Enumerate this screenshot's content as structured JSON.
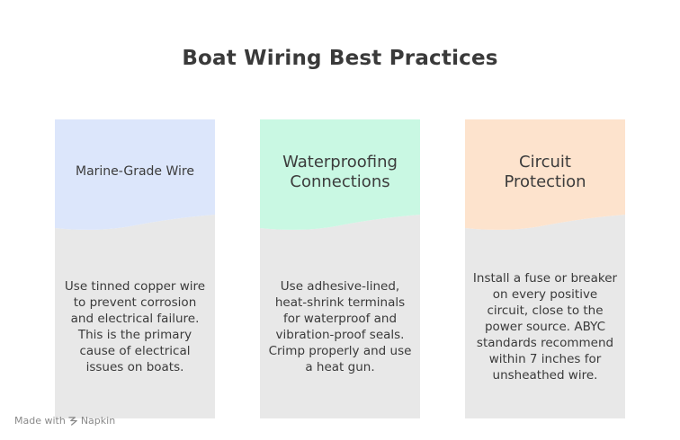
{
  "title": "Boat Wiring Best Practices",
  "cards": [
    {
      "heading": "Marine-Grade Wire",
      "body": "Use tinned copper wire to prevent corrosion and electrical failure. This is the primary cause of electrical issues on boats.",
      "head_color": "#dce6fb"
    },
    {
      "heading_line1": "Waterproofing",
      "heading_line2": "Connections",
      "body": "Use adhesive-lined, heat-shrink terminals for waterproof and vibration-proof seals. Crimp properly and use a heat gun.",
      "head_color": "#c9f8e3"
    },
    {
      "heading_line1": "Circuit",
      "heading_line2": "Protection",
      "body": "Install a fuse or breaker on every positive circuit, close to the power source. ABYC standards recommend within 7 inches for unsheathed wire.",
      "head_color": "#fde3cd"
    }
  ],
  "body_color": "#e8e8e8",
  "footer": {
    "made_with": "Made with",
    "brand": "Napkin",
    "logo_icon": "napkin-logo-icon"
  }
}
